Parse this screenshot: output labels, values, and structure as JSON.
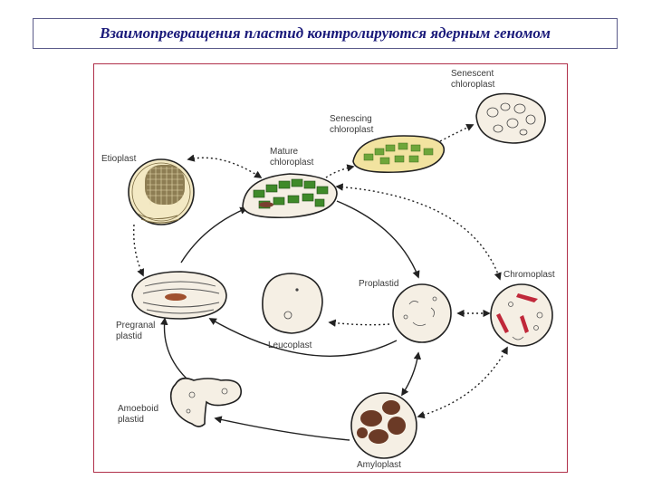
{
  "title": "Взаимопревращения пластид  контролируются ядерным геномом",
  "labels": {
    "senescent": [
      "Senescent",
      "chloroplast"
    ],
    "senescing": [
      "Senescing",
      "chloroplast"
    ],
    "mature": [
      "Mature",
      "chloroplast"
    ],
    "etioplast": [
      "Etioplast"
    ],
    "pregranal": [
      "Pregranal",
      "plastid"
    ],
    "proplastid": [
      "Proplastid"
    ],
    "leucoplast": [
      "Leucoplast"
    ],
    "chromoplast": [
      "Chromoplast"
    ],
    "amoeboid": [
      "Amoeboid",
      "plastid"
    ],
    "amyloplast": [
      "Amyloplast"
    ]
  },
  "colors": {
    "title_text": "#1a1a7a",
    "frame_border": "#b0304a",
    "cell_fill": "#f5efe4",
    "grana_green": "#3f8a2a",
    "senescing_fill": "#f2e3a0",
    "pigment_red": "#c0283a",
    "starch_brown": "#6b3a26",
    "arrow": "#222222"
  }
}
